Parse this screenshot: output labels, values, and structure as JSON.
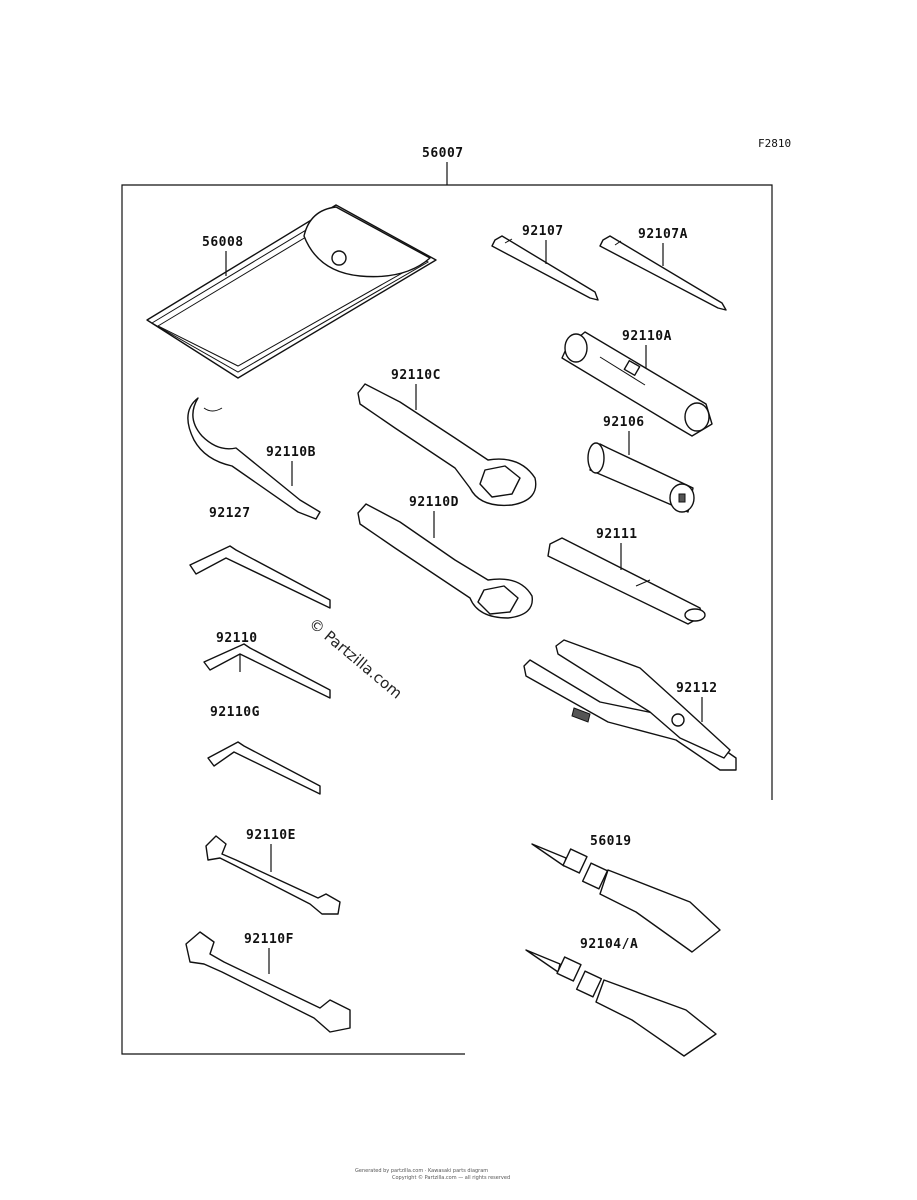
{
  "figure_code": "F2810",
  "assembly_label": "56007",
  "part_labels": {
    "tool_bag": "56008",
    "screwdriver": "92107",
    "screwdriver_a": "92107A",
    "socket_handle": "92110A",
    "box_wrench_c": "92110C",
    "spanner_b": "92110B",
    "socket": "92106",
    "hex_key_1": "92127",
    "box_wrench_d": "92110D",
    "bar": "92111",
    "hex_key_2": "92110",
    "hex_key_3": "92110G",
    "pliers": "92112",
    "wrench_e": "92110E",
    "wrench_f": "92110F",
    "tube_1": "56019",
    "tube_2": "92104/A"
  },
  "watermark": "© Partzilla.com",
  "footer": {
    "line1": "Generated by partzilla.com  ·  Kawasaki parts diagram",
    "line2": "Copyright © Partzilla.com — all rights reserved"
  }
}
